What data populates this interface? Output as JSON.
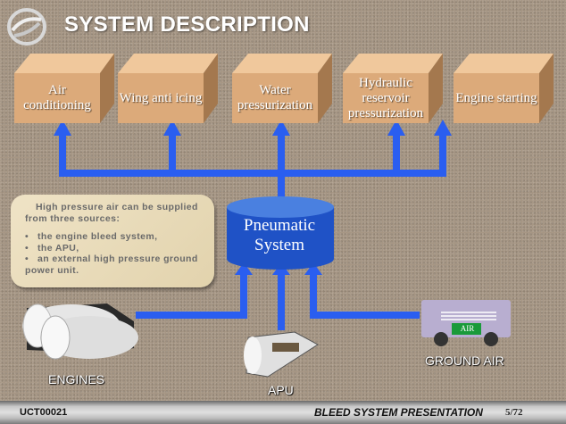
{
  "header": {
    "title": "SYSTEM DESCRIPTION",
    "logo_icon": "swirl-logo-icon"
  },
  "consumers": [
    {
      "label": "Air conditioning"
    },
    {
      "label": "Wing anti icing"
    },
    {
      "label": "Water pressurization"
    },
    {
      "label": "Hydraulic reservoir pressurization"
    },
    {
      "label": "Engine starting"
    }
  ],
  "info": {
    "intro": "High pressure air can be supplied from three sources:",
    "items": [
      "the engine bleed system,",
      "the APU,",
      "an external high pressure ground power unit."
    ]
  },
  "center": {
    "label_line1": "Pneumatic",
    "label_line2": "System"
  },
  "sources": {
    "engines": "ENGINES",
    "apu": "APU",
    "ground_air": "GROUND AIR",
    "cart_sign": "AIR"
  },
  "footer": {
    "code": "UCT00021",
    "title": "BLEED SYSTEM PRESENTATION",
    "page": "5/72"
  },
  "colors": {
    "pipe": "#2a5ef0",
    "box": "#dcaa7a",
    "tank": "#1f52c6",
    "cart": "#b8aed0",
    "sign": "#1a9a3a"
  }
}
